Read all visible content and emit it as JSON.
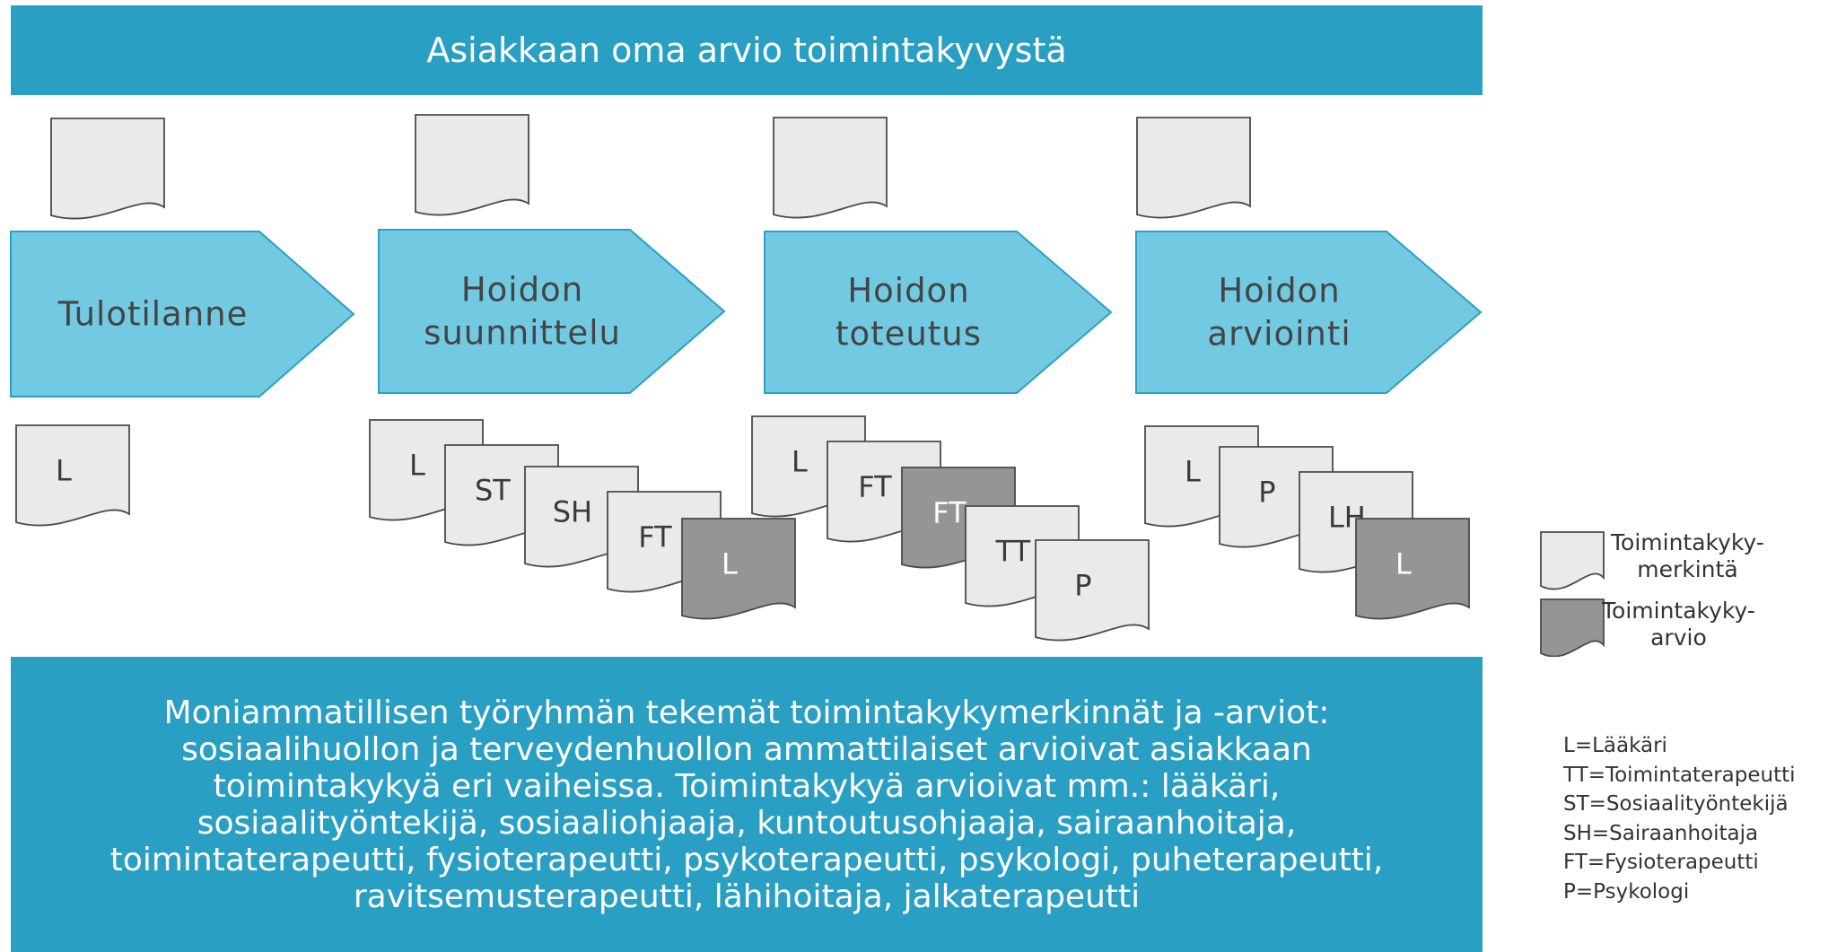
{
  "header": {
    "title": "Asiakkaan oma arvio toimintakyvystä"
  },
  "stages": [
    {
      "lines": [
        "Tulotilanne"
      ],
      "docs": [
        {
          "label": "L",
          "type": "merkinta"
        }
      ]
    },
    {
      "lines": [
        "Hoidon",
        "suunnittelu"
      ],
      "docs": [
        {
          "label": "L",
          "type": "merkinta"
        },
        {
          "label": "ST",
          "type": "merkinta"
        },
        {
          "label": "SH",
          "type": "merkinta"
        },
        {
          "label": "FT",
          "type": "merkinta"
        },
        {
          "label": "L",
          "type": "arvio"
        }
      ]
    },
    {
      "lines": [
        "Hoidon",
        "toteutus"
      ],
      "docs": [
        {
          "label": "L",
          "type": "merkinta"
        },
        {
          "label": "FT",
          "type": "merkinta"
        },
        {
          "label": "FT",
          "type": "arvio"
        },
        {
          "label": "TT",
          "type": "merkinta"
        },
        {
          "label": "P",
          "type": "merkinta"
        }
      ]
    },
    {
      "lines": [
        "Hoidon",
        "arviointi"
      ],
      "docs": [
        {
          "label": "L",
          "type": "merkinta"
        },
        {
          "label": "P",
          "type": "merkinta"
        },
        {
          "label": "LH",
          "type": "merkinta"
        },
        {
          "label": "L",
          "type": "arvio"
        }
      ]
    }
  ],
  "legend": {
    "merkinta": {
      "line1": "Toimintakyky-",
      "line2": "merkintä"
    },
    "arvio": {
      "line1": "Toimintakyky-",
      "line2": "arvio"
    }
  },
  "abbreviations": [
    "L=Lääkäri",
    "TT=Toimintaterapeutti",
    "ST=Sosiaalityöntekijä",
    "SH=Sairaanhoitaja",
    "FT=Fysioterapeutti",
    "P=Psykologi"
  ],
  "footer": {
    "lines": [
      "Moniammatillisen työryhmän tekemät toimintakykymerkinnät ja -arviot:",
      "sosiaalihuollon ja terveydenhuollon ammattilaiset arvioivat asiakkaan",
      "toimintakykyä eri vaiheissa. Toimintakykyä arvioivat mm.: lääkäri,",
      "sosiaalityöntekijä, sosiaaliohjaaja, kuntoutusohjaaja, sairaanhoitaja,",
      "toimintaterapeutti,  fysioterapeutti, psykoterapeutti, psykologi, puheterapeutti,",
      "ravitsemusterapeutti, lähihoitaja, jalkaterapeutti"
    ]
  },
  "colors": {
    "banner": "#2a9fc4",
    "arrow": "#72c9e2",
    "arrowStroke": "#2c9fc4",
    "docLight": "#eaeaea",
    "docDark": "#959595",
    "docStroke": "#4a4a4a"
  }
}
